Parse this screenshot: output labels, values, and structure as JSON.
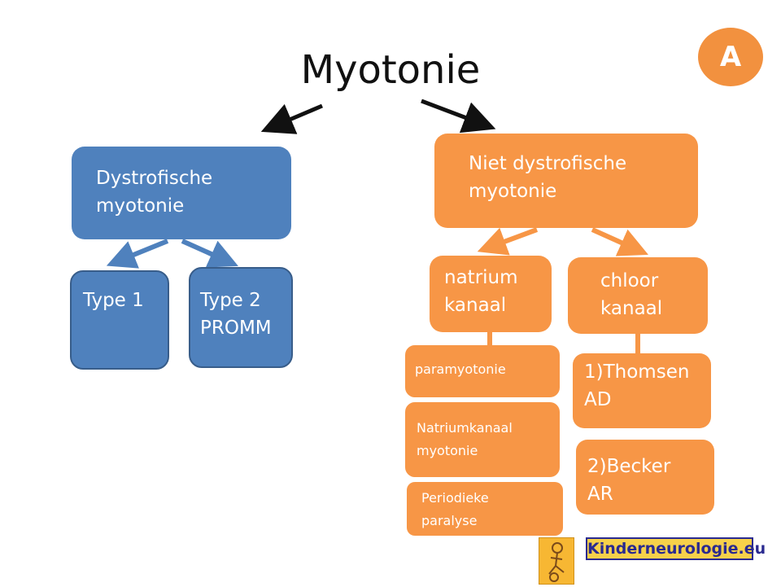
{
  "title": "Myotonie",
  "badge": "A",
  "left": {
    "main": [
      "Dystrofische",
      "myotonie"
    ],
    "type1": "Type 1",
    "type2": [
      "Type 2",
      "PROMM"
    ]
  },
  "right": {
    "main": [
      "Niet dystrofische",
      "myotonie"
    ],
    "natrium": [
      "natrium",
      "kanaal"
    ],
    "chloor": [
      "chloor",
      "kanaal"
    ],
    "natrium_items": [
      {
        "lines": [
          "paramyotonie"
        ]
      },
      {
        "lines": [
          "Natriumkanaal",
          "myotonie"
        ]
      },
      {
        "lines": [
          "Periodieke",
          "paralyse"
        ]
      }
    ],
    "chloor_items": [
      {
        "lines": [
          "1)Thomsen",
          "AD"
        ]
      },
      {
        "lines": [
          "2)Becker",
          "AR"
        ]
      }
    ]
  },
  "logo_text": "Kinderneurologie.eu",
  "colors": {
    "blue": "#4f81bd",
    "orange": "#f79646",
    "badge": "#f2913f"
  }
}
